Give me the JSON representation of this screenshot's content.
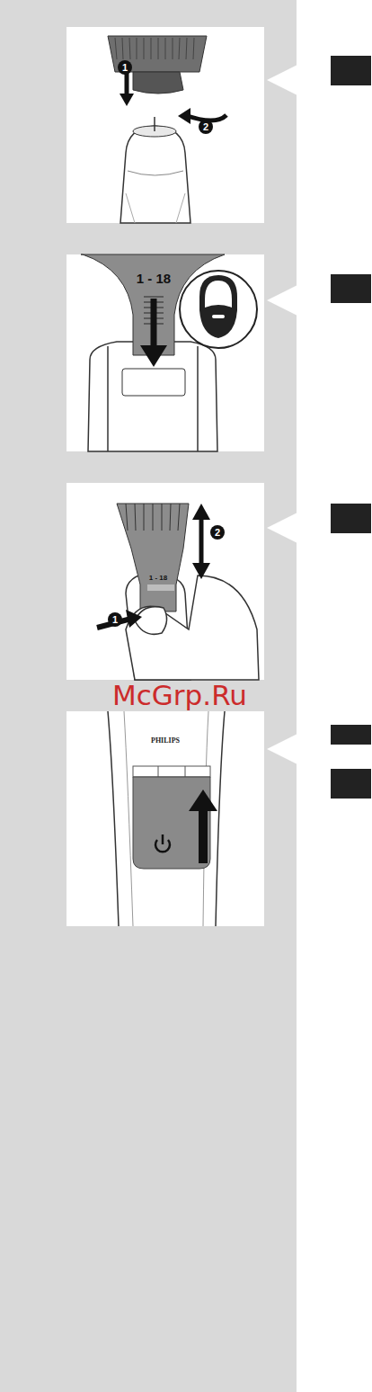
{
  "diagram": {
    "labels": [
      "1",
      "2",
      "1 - 18",
      "2",
      "1 - 18",
      "1",
      "McGrp.Ru",
      "PHILIPS"
    ]
  }
}
